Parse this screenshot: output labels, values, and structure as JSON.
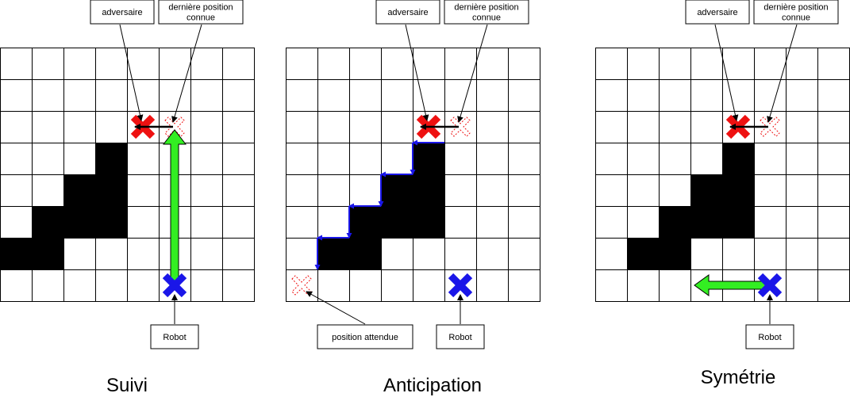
{
  "colors": {
    "obstacle": "#000000",
    "adversary": "#ee1111",
    "robot": "#1a16e8",
    "arrow_green": "#33ee22",
    "path_blue": "#1a16e8",
    "grid": "#000000"
  },
  "labels": {
    "adversaire": "adversaire",
    "derniere_line1": "dernière position",
    "derniere_line2": "connue",
    "robot": "Robot",
    "position_attendue": "position attendue"
  },
  "panels": [
    {
      "title": "Suivi",
      "obstacles": [
        [
          3,
          3
        ],
        [
          3,
          4
        ],
        [
          2,
          4
        ],
        [
          3,
          5
        ],
        [
          2,
          5
        ],
        [
          1,
          5
        ],
        [
          0,
          6
        ],
        [
          1,
          6
        ]
      ],
      "adversary_cell": [
        4,
        2
      ],
      "last_known_cell": [
        5,
        2
      ],
      "robot_cell": [
        5,
        7
      ],
      "show_expected_position": false,
      "strategy_arrow": "up"
    },
    {
      "title": "Anticipation",
      "obstacles": [
        [
          4,
          3
        ],
        [
          4,
          4
        ],
        [
          3,
          4
        ],
        [
          4,
          5
        ],
        [
          3,
          5
        ],
        [
          2,
          5
        ],
        [
          1,
          6
        ],
        [
          2,
          6
        ]
      ],
      "adversary_cell": [
        4,
        2
      ],
      "last_known_cell": [
        5,
        2
      ],
      "robot_cell": [
        5,
        7
      ],
      "show_expected_position": true,
      "expected_cell": [
        0,
        7
      ],
      "strategy_arrow": "staircase"
    },
    {
      "title": "Symétrie",
      "obstacles": [
        [
          4,
          3
        ],
        [
          4,
          4
        ],
        [
          3,
          4
        ],
        [
          4,
          5
        ],
        [
          3,
          5
        ],
        [
          2,
          5
        ],
        [
          1,
          6
        ],
        [
          2,
          6
        ]
      ],
      "adversary_cell": [
        4,
        2
      ],
      "last_known_cell": [
        5,
        2
      ],
      "robot_cell": [
        5,
        7
      ],
      "show_expected_position": false,
      "strategy_arrow": "left"
    }
  ]
}
